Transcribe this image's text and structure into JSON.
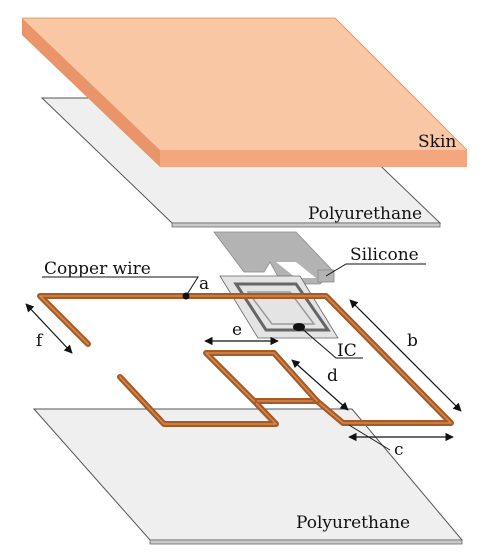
{
  "layers": {
    "skin": "Skin",
    "polyurethane_top": "Polyurethane",
    "silicone": "Silicone",
    "copper_wire": "Copper wire",
    "ic": "IC",
    "polyurethane_bottom": "Polyurethane"
  },
  "dimensions": {
    "a": "a",
    "b": "b",
    "c": "c",
    "d": "d",
    "e": "e",
    "f": "f"
  },
  "colors": {
    "skin_top": "#F9C7A3",
    "skin_front": "#F4A77E",
    "skin_side": "#E99469",
    "sheet": "#EFEFEF",
    "sheet_edge": "#C9C9C9",
    "silicone": "#B3B3B3",
    "copper": "#A85A24",
    "copper_hi": "#E09A62",
    "ic_plate": "#E4E4E4",
    "ic_chip": "#111111"
  }
}
